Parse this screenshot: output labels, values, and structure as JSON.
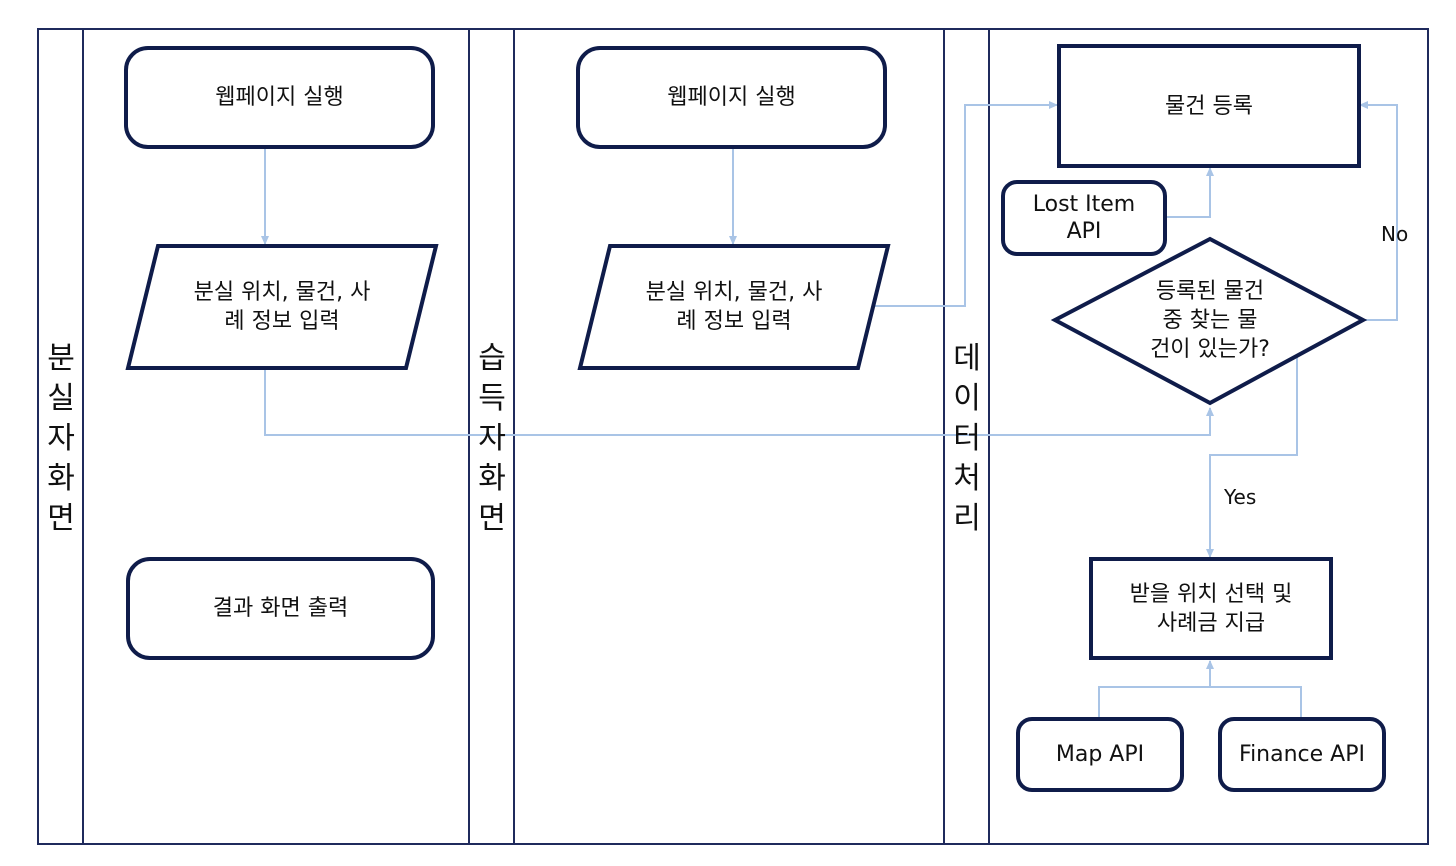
{
  "colors": {
    "node_border": "#0f1c4a",
    "lane_border": "#1f2a5c",
    "connector": "#a9c4e6"
  },
  "lanes": {
    "loser": {
      "title": "분실자화면"
    },
    "finder": {
      "title": "습득자화면"
    },
    "data": {
      "title": "데이터처리"
    }
  },
  "nodes": {
    "loser_start": "웹페이지 실행",
    "loser_input": {
      "line1": "분실 위치, 물건, 사",
      "line2": "례 정보 입력"
    },
    "loser_output": "결과 화면 출력",
    "finder_start": "웹페이지 실행",
    "finder_input": {
      "line1": "분실 위치, 물건, 사",
      "line2": "례 정보 입력"
    },
    "register": "물건 등록",
    "lost_api": {
      "line1": "Lost Item",
      "line2": "API"
    },
    "decision": {
      "line1": "등록된 물건",
      "line2": "중 찾는 물",
      "line3": "건이 있는가?"
    },
    "pickup": {
      "line1": "받을 위치 선택 및",
      "line2": "사례금 지급"
    },
    "map_api": "Map API",
    "finance_api": "Finance API"
  },
  "edge_labels": {
    "no": "No",
    "yes": "Yes"
  }
}
